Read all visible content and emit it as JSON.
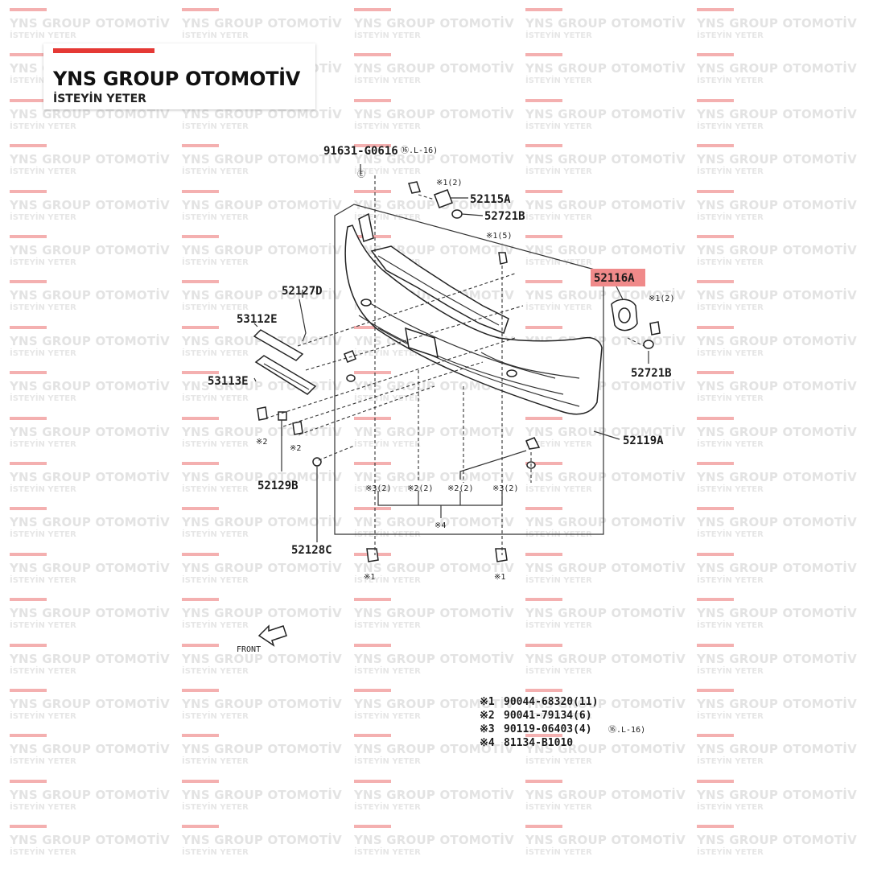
{
  "watermark": {
    "brand": "YNS GROUP OTOMOTİV",
    "tagline": "İSTEYİN YETER"
  },
  "logo": {
    "brand": "YNS GROUP OTOMOTİV",
    "tagline": "İSTEYİN YETER",
    "accent_color": "#e53935"
  },
  "highlight_color": "#f08a8a",
  "parts": {
    "p91631": "91631-G0616",
    "p91631_note": "⑯.L-16)",
    "p52115A": "52115A",
    "p52721B_top": "52721B",
    "p52116A": "52116A",
    "p52721B_right": "52721B",
    "p52127D": "52127D",
    "p53112E": "53112E",
    "p53113E": "53113E",
    "p52119A": "52119A",
    "p52129B": "52129B",
    "p52128C": "52128C"
  },
  "callouts": {
    "c1_2_top": "※1(2)",
    "c1_5": "※1(5)",
    "c1_2_right": "※1(2)",
    "c2_left": "※2",
    "c2_mid": "※2",
    "c3_2_a": "※3(2)",
    "c2_2_a": "※2(2)",
    "c2_2_b": "※2(2)",
    "c3_2_b": "※3(2)",
    "c4": "※4",
    "c1_bl": "※1",
    "c1_br": "※1"
  },
  "front_label": "FRONT",
  "legend": [
    {
      "mark": "※1",
      "text": "90044-68320(11)"
    },
    {
      "mark": "※2",
      "text": "90041-79134(6)"
    },
    {
      "mark": "※3",
      "text": "90119-06403(4)",
      "note": "⑯.L-16)"
    },
    {
      "mark": "※4",
      "text": "81134-B1010"
    }
  ]
}
